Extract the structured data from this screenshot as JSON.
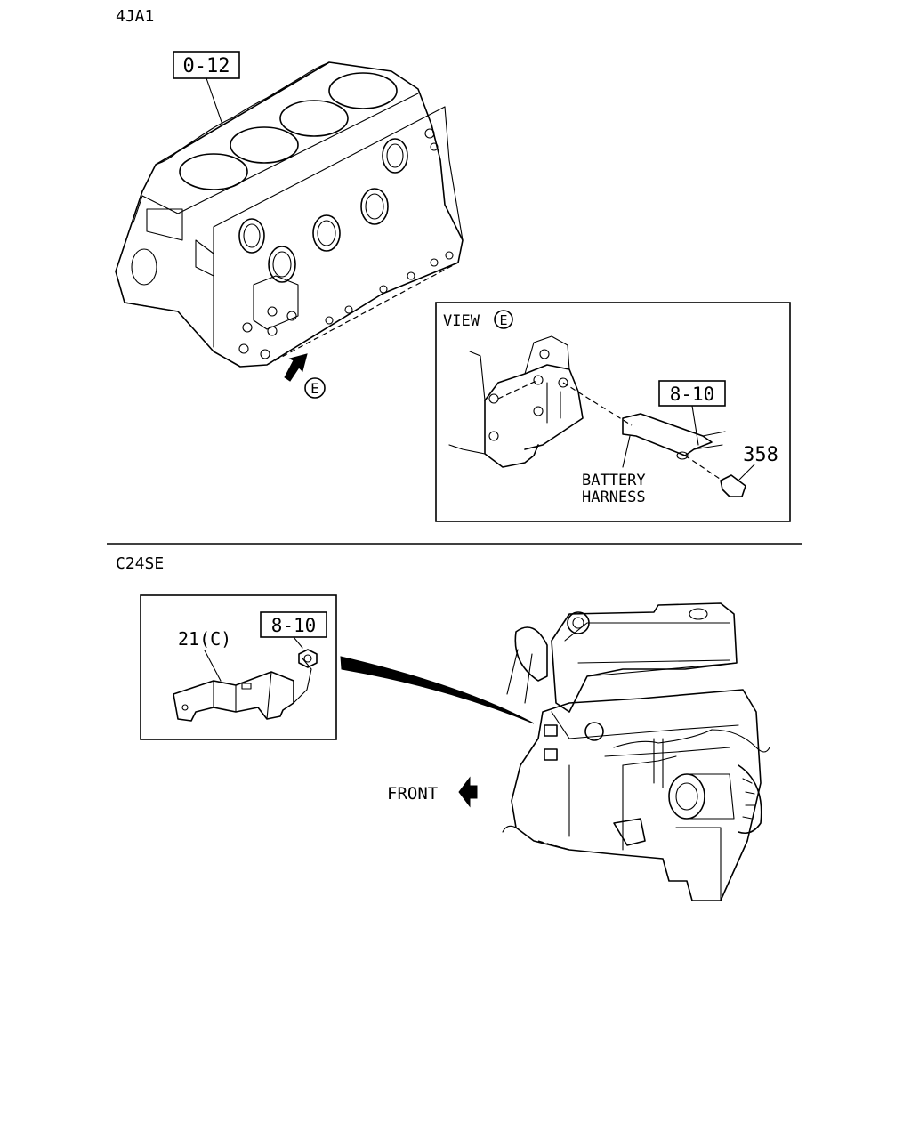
{
  "sections": {
    "top_model": "4JA1",
    "bottom_model": "C24SE",
    "top_part_ref": "0-12",
    "top_view_marker": "E"
  },
  "view_box": {
    "title": "VIEW",
    "view_marker": "E",
    "part_ref": "8-10",
    "bolt_number": "358",
    "harness_label_line1": "BATTERY",
    "harness_label_line2": "HARNESS"
  },
  "detail_box": {
    "bracket_label": "21(C)",
    "part_ref": "8-10"
  },
  "direction": {
    "front_label": "FRONT"
  }
}
